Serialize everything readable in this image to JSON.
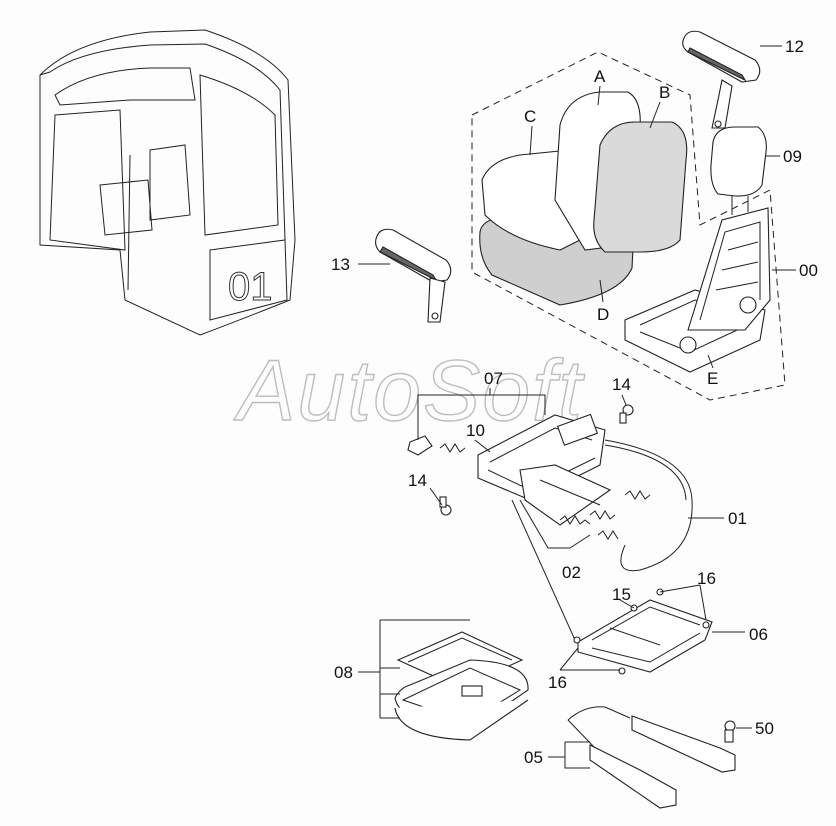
{
  "callouts": {
    "c12": "12",
    "c09": "09",
    "c00": "00",
    "c13": "13",
    "cA": "A",
    "cB": "B",
    "cC": "C",
    "cD": "D",
    "cE": "E",
    "c07": "07",
    "c14a": "14",
    "c10": "10",
    "c14b": "14",
    "c01": "01",
    "c02": "02",
    "c16a": "16",
    "c15": "15",
    "c06": "06",
    "c16b": "16",
    "c08": "08",
    "c50": "50",
    "c05": "05"
  },
  "watermark": "AutoSoft",
  "cab_number": "01"
}
